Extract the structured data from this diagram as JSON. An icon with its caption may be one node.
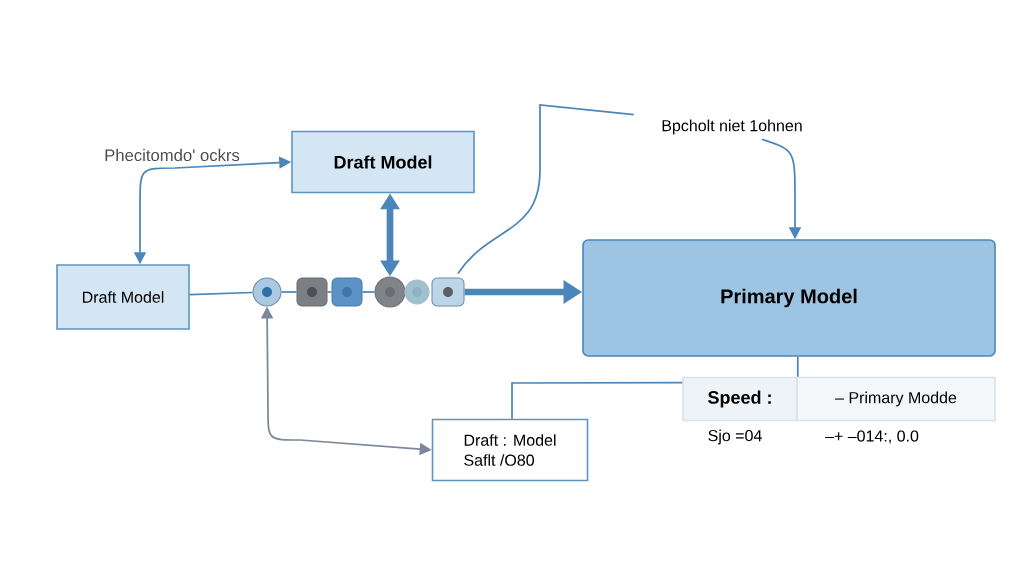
{
  "diagram": {
    "nodes": [
      {
        "text": [
          "Draft Model"
        ]
      },
      {
        "text": [
          "Draft Model"
        ]
      },
      {
        "text": [],
        "shape": "circle"
      },
      {
        "text": [],
        "shape": "box"
      },
      {
        "text": [],
        "shape": "box"
      },
      {
        "text": [],
        "shape": "circle"
      },
      {
        "text": [],
        "shape": "circle"
      },
      {
        "text": [],
        "shape": "box"
      },
      {
        "text": [
          "Primary Model"
        ]
      },
      {
        "text": [
          "Bpcholt niet 1ohnen"
        ]
      },
      {
        "text": [
          "Draft : Model",
          "Saflt /O80"
        ]
      },
      {
        "text": [
          "Speed :"
        ]
      },
      {
        "text": [
          "– Primary Modde"
        ]
      }
    ],
    "edges": [
      {
        "from": 1,
        "to": 0,
        "arrow": "both",
        "label": "Phecitomdo' ockrs"
      },
      {
        "from": 1,
        "to": 2,
        "arrow": "none"
      },
      {
        "from": 2,
        "to": 3,
        "arrow": "none"
      },
      {
        "from": 3,
        "to": 4,
        "arrow": "none"
      },
      {
        "from": 4,
        "to": 5,
        "arrow": "none"
      },
      {
        "from": 0,
        "to": 5,
        "arrow": "both",
        "style": "thick"
      },
      {
        "from": 7,
        "to": 8,
        "arrow": "to",
        "style": "thick"
      },
      {
        "from": 7,
        "to": 9,
        "arrow": "none"
      },
      {
        "from": 9,
        "to": 8,
        "arrow": "to"
      },
      {
        "from": 10,
        "to": 2,
        "arrow": "both",
        "color": "#7a8899"
      },
      {
        "from": 8,
        "to": 11,
        "arrow": "none"
      },
      {
        "from": 11,
        "to": 10,
        "arrow": "none"
      }
    ],
    "labels": [
      "Sjo =04",
      "–+ –014:, 0.0"
    ]
  }
}
